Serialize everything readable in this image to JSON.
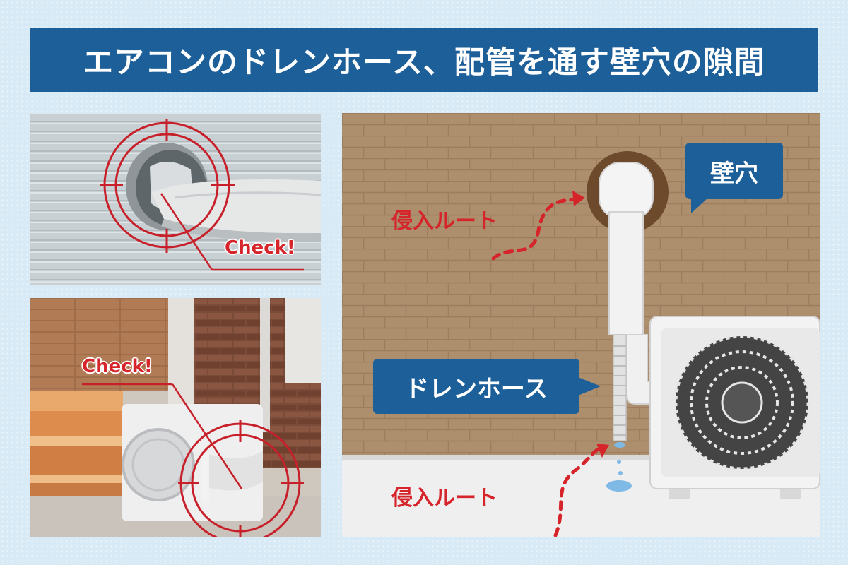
{
  "title": "エアコンのドレンホース、配管を通す壁穴の隙間",
  "photos": {
    "top": {
      "check_label": "Check!"
    },
    "bottom": {
      "check_label": "Check!"
    }
  },
  "illustration": {
    "wall_hole_label": "壁穴",
    "drain_hose_label": "ドレンホース",
    "route_label_upper": "侵入ルート",
    "route_label_lower": "侵入ルート"
  },
  "colors": {
    "title_bar": "#1d5f99",
    "page_background": "#d7eaf6",
    "accent_red": "#d6242b",
    "brick_wall": "#ad8f6e"
  },
  "icons": [
    "crosshair-target-icon",
    "dashed-route-arrow-icon",
    "water-drop-icon"
  ]
}
